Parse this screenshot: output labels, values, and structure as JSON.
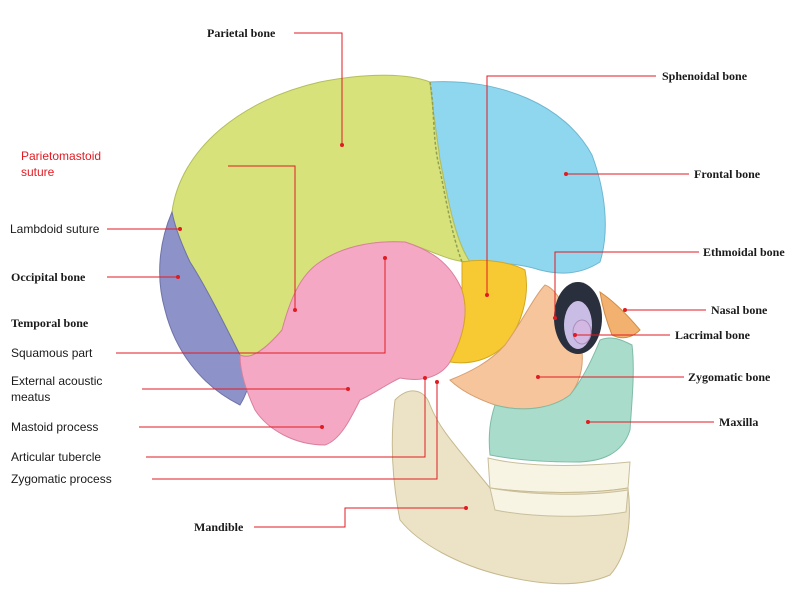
{
  "labels": {
    "parietal_bone": "Parietal bone",
    "sphenoidal_bone": "Sphenoidal bone",
    "parietomastoid_suture_line1": "Parietomastoid",
    "parietomastoid_suture_line2": "suture",
    "frontal_bone": "Frontal bone",
    "lambdoid_suture": "Lambdoid suture",
    "ethmoidal_bone": "Ethmoidal bone",
    "occipital_bone": "Occipital bone",
    "nasal_bone": "Nasal bone",
    "temporal_bone": "Temporal bone",
    "lacrimal_bone": "Lacrimal bone",
    "squamous_part": "Squamous part",
    "external_acoustic_line1": "External acoustic",
    "external_acoustic_line2": "meatus",
    "zygomatic_bone": "Zygomatic bone",
    "mastoid_process": "Mastoid process",
    "maxilla": "Maxilla",
    "articular_tubercle": "Articular tubercle",
    "zygomatic_process": "Zygomatic process",
    "mandible": "Mandible"
  },
  "colors": {
    "leader_line": "#e11b22",
    "highlight_text": "#e11b22",
    "parietal": "#d8e27a",
    "frontal": "#8fd6ef",
    "occipital": "#8d92c8",
    "temporal": "#f5a8c3",
    "sphenoid": "#f7c932",
    "zygomatic": "#f6c59b",
    "maxilla": "#a9dccb",
    "mandible": "#ece3c6",
    "nasal": "#f3b16f",
    "lacrimal": "#d3b8e3",
    "ethmoid": "#c9bde6"
  }
}
